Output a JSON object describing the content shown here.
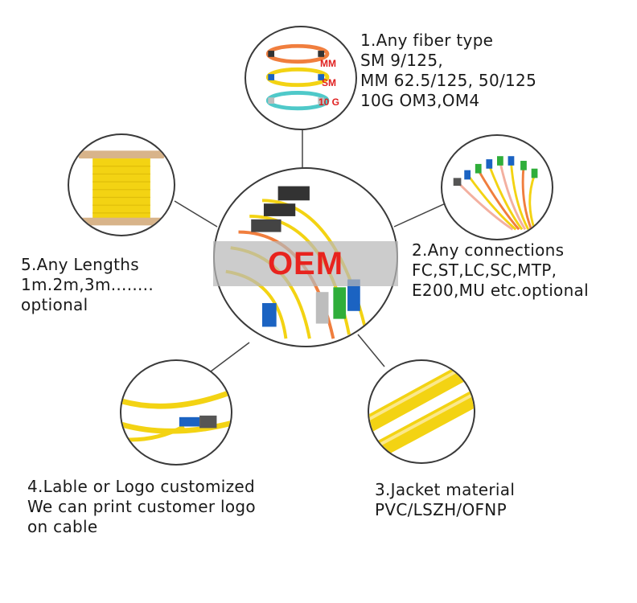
{
  "center": {
    "label": "OEM"
  },
  "fiber_type_tags": [
    "MM",
    "SM",
    "10 G"
  ],
  "features": [
    {
      "lines": [
        "1.Any fiber type",
        "SM 9/125,",
        "MM 62.5/125, 50/125",
        "10G OM3,OM4"
      ]
    },
    {
      "lines": [
        "2.Any connections",
        "FC,ST,LC,SC,MTP,",
        "E200,MU etc.optional"
      ]
    },
    {
      "lines": [
        "3.Jacket material",
        "PVC/LSZH/OFNP"
      ]
    },
    {
      "lines": [
        "4.Lable or Logo customized",
        "We can print customer logo",
        "on cable"
      ]
    },
    {
      "lines": [
        "5.Any Lengths",
        "1m.2m,3m........",
        "optional"
      ]
    }
  ],
  "colors": {
    "accent_red": "#e8231e",
    "cable_yellow": "#f3d313",
    "cable_orange": "#f07e3e",
    "cable_aqua": "#4fc9c9",
    "connector_blue": "#1b63c2",
    "connector_green": "#2fae3a"
  }
}
